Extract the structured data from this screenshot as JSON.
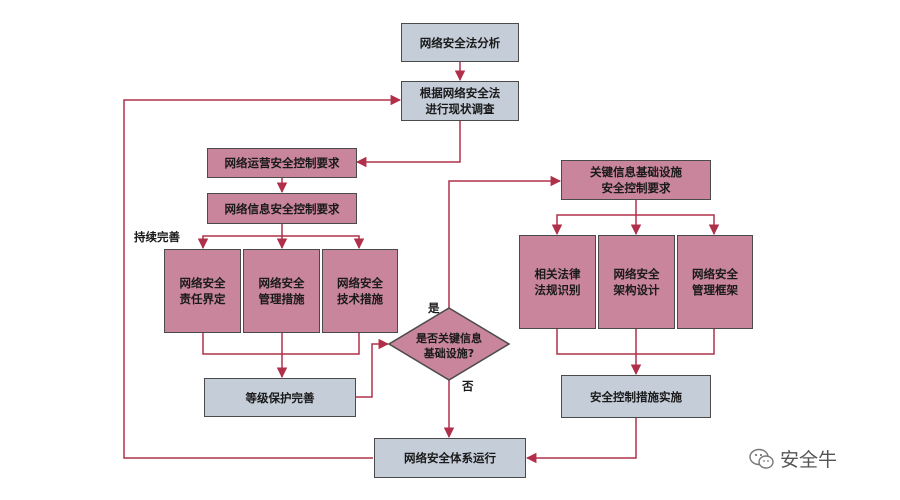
{
  "nodes": {
    "analysis": "网络安全法分析",
    "survey": "根据网络安全法\n进行现状调查",
    "ops_req": "网络运营安全控制要求",
    "info_req": "网络信息安全控制要求",
    "resp": "网络安全\n责任界定",
    "mgmt": "网络安全\n管理措施",
    "tech": "网络安全\n技术措施",
    "grade": "等级保护完善",
    "decision": "是否关键信息\n基础设施?",
    "cii_req": "关键信息基础设施\n安全控制要求",
    "law": "相关法律\n法规识别",
    "arch": "网络安全\n架构设计",
    "framework": "网络安全\n管理框架",
    "implement": "安全控制措施实施",
    "operate": "网络安全体系运行"
  },
  "labels": {
    "yes": "是",
    "no": "否",
    "continuous": "持续完善"
  },
  "watermark": {
    "icon": "wechat-icon",
    "text": "安全牛"
  },
  "colors": {
    "grey_box": "#c5cdd9",
    "pink_box": "#c8859b",
    "arrow": "#b0304a"
  }
}
